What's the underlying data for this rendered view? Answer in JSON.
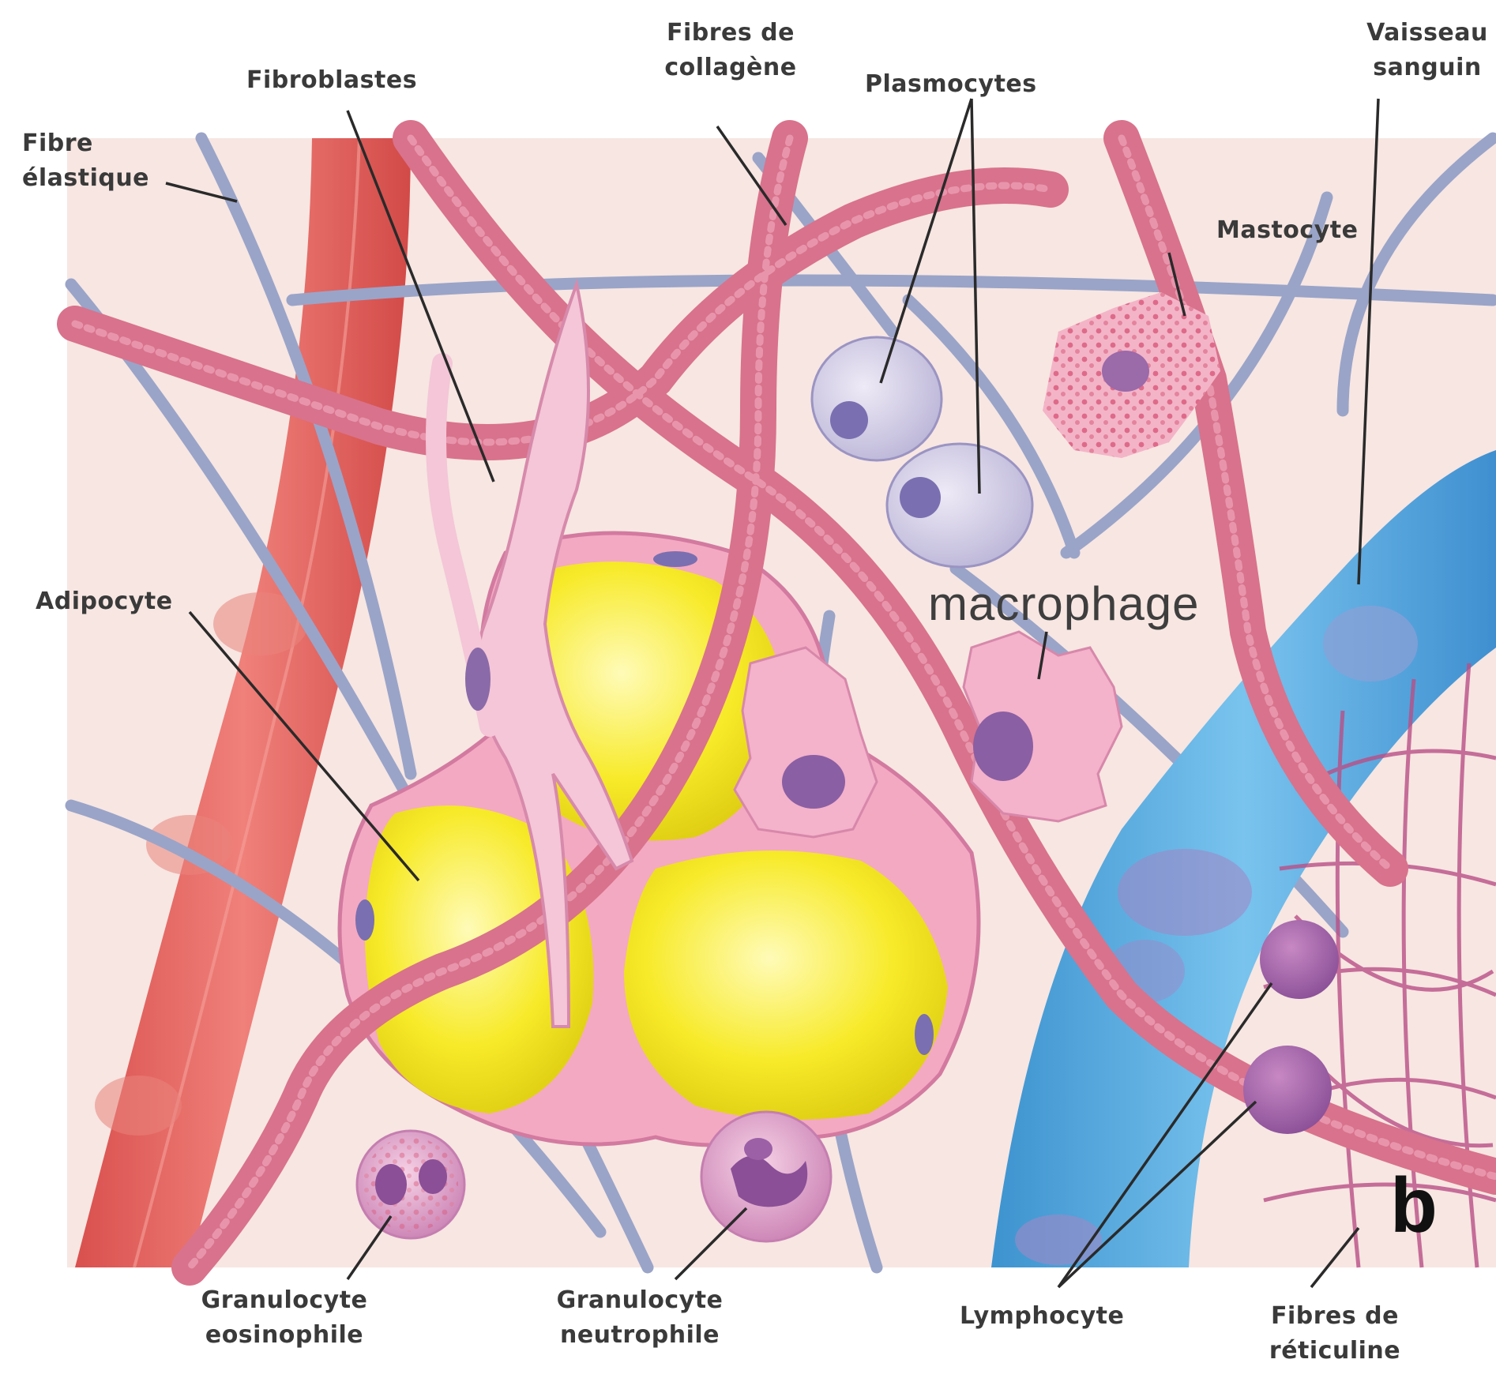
{
  "labels": {
    "fibre_elastique": [
      "Fibre",
      "élastique"
    ],
    "fibroblastes": "Fibroblastes",
    "fibres_collagene": [
      "Fibres de",
      "collagène"
    ],
    "plasmocytes": "Plasmocytes",
    "vaisseau_sanguin": [
      "Vaisseau",
      "sanguin"
    ],
    "mastocyte": "Mastocyte",
    "adipocyte": "Adipocyte",
    "macrophage": "macrophage",
    "granulocyte_eosinophile": [
      "Granulocyte",
      "eosinophile"
    ],
    "granulocyte_neutrophile": [
      "Granulocyte",
      "neutrophile"
    ],
    "lymphocyte": "Lymphocyte",
    "fibres_reticuline": [
      "Fibres de",
      "réticuline"
    ]
  },
  "panel_letter": "b",
  "colors": {
    "background": "#f7e6e2",
    "collagen": "#d9728c",
    "elastic": "#9aa4c8",
    "adipocyte": "#f4e520",
    "blood_vessel": "#63b3e3",
    "muscle_vessel": "#e46560"
  }
}
